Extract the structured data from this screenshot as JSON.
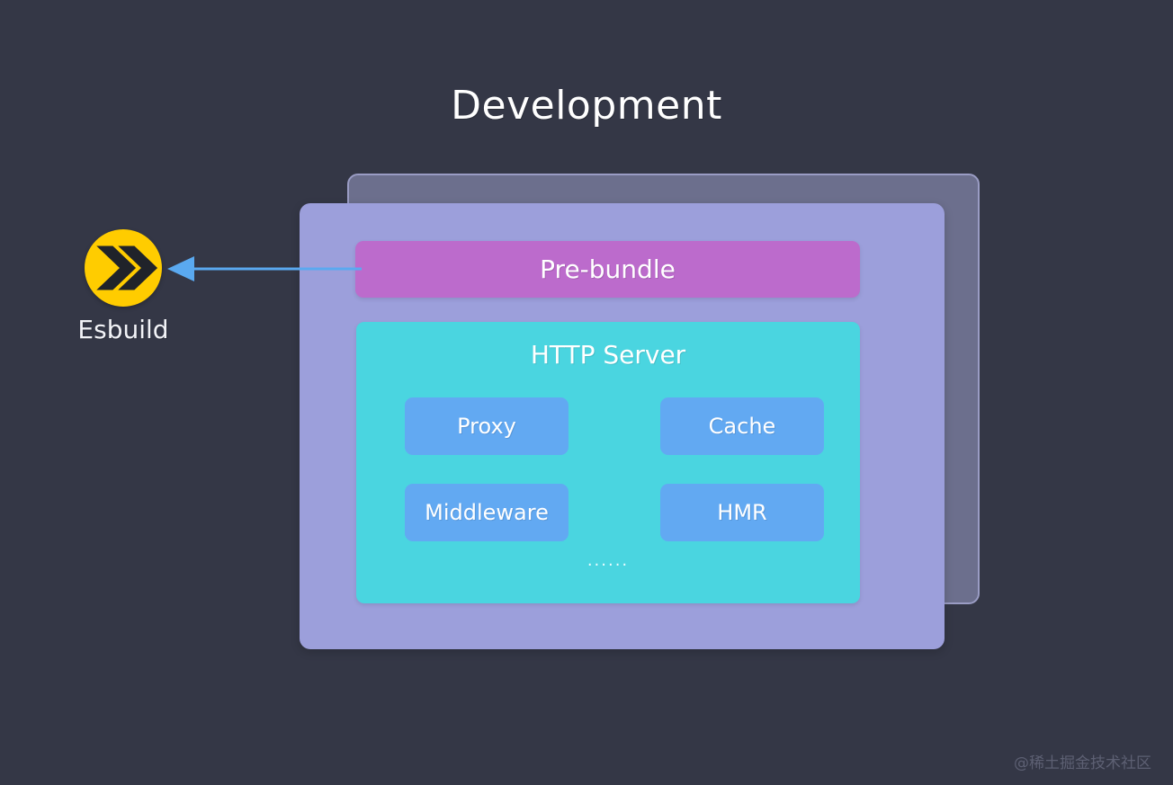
{
  "page": {
    "title": "Development",
    "background_color": "#343746",
    "watermark": "@稀土掘金技术社区"
  },
  "esbuild": {
    "label": "Esbuild",
    "icon": "double-chevron-right-icon",
    "circle_color": "#FFCC00",
    "glyph_color": "#20232A"
  },
  "arrow": {
    "name": "arrow-prebundle-to-esbuild",
    "direction": "left",
    "color": "#5AA9F0"
  },
  "panels": {
    "back": {
      "color": "#6C6F8D",
      "border_color": "#9A9CC4"
    },
    "front": {
      "color": "#9C9FDB"
    }
  },
  "prebundle": {
    "label": "Pre-bundle",
    "color": "#BC6BCC"
  },
  "http_server": {
    "title": "HTTP Server",
    "color": "#4AD5E0",
    "service_color": "#62A9F2",
    "ellipsis": "......",
    "rows": [
      [
        {
          "label": "Proxy"
        },
        {
          "label": "Cache"
        }
      ],
      [
        {
          "label": "Middleware"
        },
        {
          "label": "HMR"
        }
      ]
    ]
  }
}
